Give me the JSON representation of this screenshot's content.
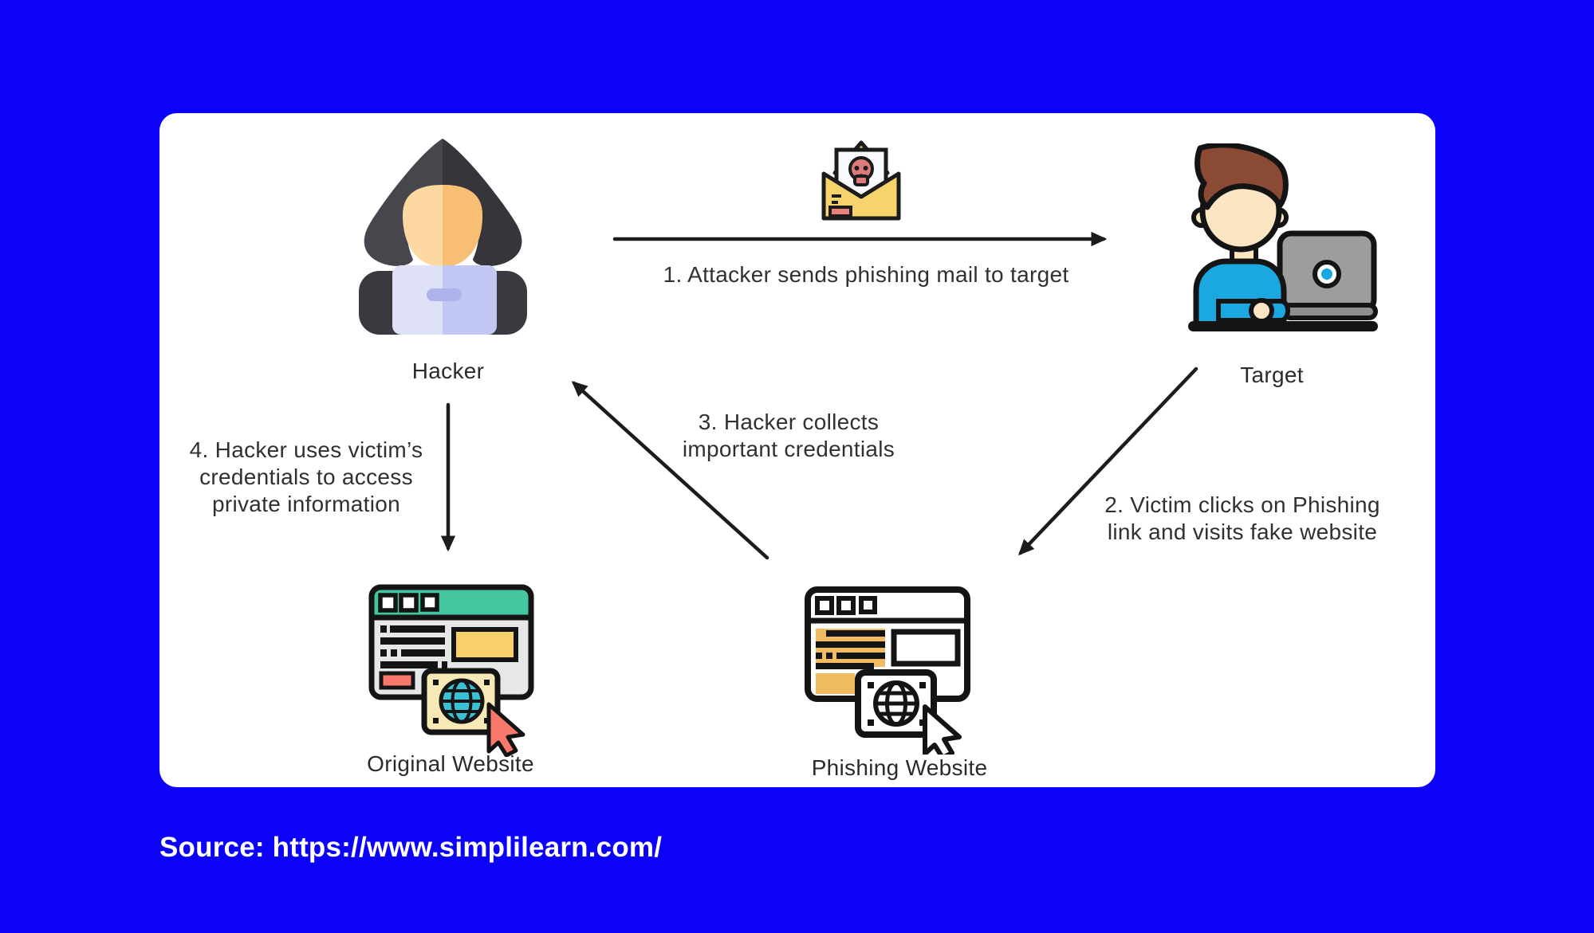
{
  "diagram": {
    "nodes": [
      {
        "id": "hacker",
        "label": "Hacker",
        "icon": "hacker-hooded-figure-icon"
      },
      {
        "id": "target",
        "label": "Target",
        "icon": "victim-at-laptop-icon"
      },
      {
        "id": "original-website",
        "label": "Original Website",
        "icon": "original-website-browser-icon"
      },
      {
        "id": "phishing-website",
        "label": "Phishing Website",
        "icon": "phishing-website-browser-icon"
      },
      {
        "id": "phishing-mail",
        "label": "",
        "icon": "phishing-email-skull-icon"
      }
    ],
    "steps": [
      {
        "num": "1",
        "from": "hacker",
        "to": "target",
        "lines": [
          "1. Attacker sends phishing mail to target"
        ]
      },
      {
        "num": "2",
        "from": "target",
        "to": "phishing-website",
        "lines": [
          "2. Victim clicks on Phishing",
          "link and visits fake website"
        ]
      },
      {
        "num": "3",
        "from": "phishing-website",
        "to": "hacker",
        "lines": [
          "3. Hacker collects",
          "important credentials"
        ]
      },
      {
        "num": "4",
        "from": "hacker",
        "to": "original-website",
        "lines": [
          "4. Hacker uses victim’s",
          "credentials to access",
          "private information"
        ]
      }
    ]
  },
  "footer": {
    "source": "Source: https://www.simplilearn.com/"
  },
  "colors": {
    "background": "#0c02f7",
    "card": "#ffffff",
    "text": "#303030",
    "arrow": "#1c1c1c",
    "hood_dark": "#47464d",
    "hood_shadow": "#36353b",
    "shoulders": "#3a393f",
    "skin_light": "#fdd8a0",
    "skin_shadow": "#f8be74",
    "laptop_lavender": "#dfe1f7",
    "laptop_lavender_dark": "#c3c7f3",
    "envelope_yellow": "#f7d36b",
    "skull_red": "#dd7a7c",
    "salmon": "#f8796b",
    "teal_header": "#44c7a0",
    "panel_yellow": "#f7cf6b",
    "globe_cyan": "#3ac0d3",
    "card_cream": "#f7e9b5",
    "ocher_yellow": "#f0bb61",
    "shirt_blue": "#1ba7e0",
    "hair_brown": "#8a4a33",
    "laptop_gray": "#9d9d9d"
  }
}
